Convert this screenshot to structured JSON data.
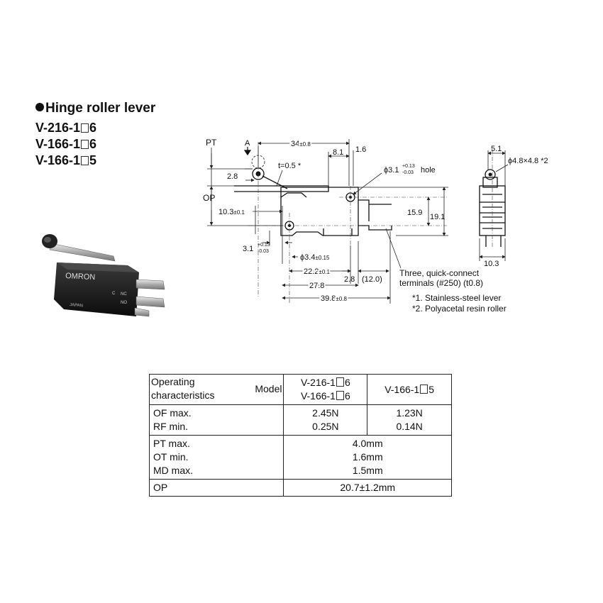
{
  "heading": "Hinge roller lever",
  "models": [
    "V-216-1",
    "V-166-1",
    "V-166-1"
  ],
  "model_suffixes": [
    "6",
    "6",
    "5"
  ],
  "photo": {
    "brand": "OMRON",
    "labels": [
      "C",
      "NC",
      "NO",
      "JAPAN"
    ]
  },
  "drawing": {
    "PT": "PT",
    "A": "A",
    "OP": "OP",
    "d34": "34",
    "tol34": "±0.8",
    "d8_1": "8.1",
    "d1_6": "1.6",
    "t05": "t=0.5 *",
    "hole_d": "ϕ3.1",
    "hole_tol_up": "+0.13",
    "hole_tol_dn": "-0.03",
    "hole_word": "hole",
    "d2_8a": "2.8",
    "d10_3": "10.3",
    "tol10_3": "±0.1",
    "d15_9": "15.9",
    "d19_1": "19.1",
    "d3_1": "3.1",
    "d3_1_up": "+0.13",
    "d3_1_dn": "-0.03",
    "d3_4": "ϕ3.4",
    "tol3_4": "±0.15",
    "d22_2": "22.2",
    "tol22_2": "±0.1",
    "d2_8b": "2.8",
    "d12": "(12.0)",
    "d27_8": "27.8",
    "d39_8": "39.8",
    "tol39_8": "±0.8",
    "d5_1": "5.1",
    "roller": "ϕ4.8×4.8 *2",
    "d10_3b": "10.3",
    "term1": "Three, quick-connect",
    "term2": "terminals (#250) (t0.8)",
    "note1": "*1. Stainless-steel lever",
    "note2": "*2. Polyacetal resin roller"
  },
  "table": {
    "header_label_1": "Operating",
    "header_label_2": "characteristics",
    "header_model": "Model",
    "col1_line1": "V-216-1",
    "col1_line1_suffix": "6",
    "col1_line2": "V-166-1",
    "col1_line2_suffix": "6",
    "col2": "V-166-1",
    "col2_suffix": "5",
    "of_label": "OF max.",
    "rf_label": "RF min.",
    "of_c1": "2.45N",
    "rf_c1": "0.25N",
    "of_c2": "1.23N",
    "rf_c2": "0.14N",
    "pt_label": "PT max.",
    "ot_label": "OT min.",
    "md_label": "MD max.",
    "pt_val": "4.0mm",
    "ot_val": "1.6mm",
    "md_val": "1.5mm",
    "op_label": "OP",
    "op_val": "20.7±1.2mm"
  }
}
